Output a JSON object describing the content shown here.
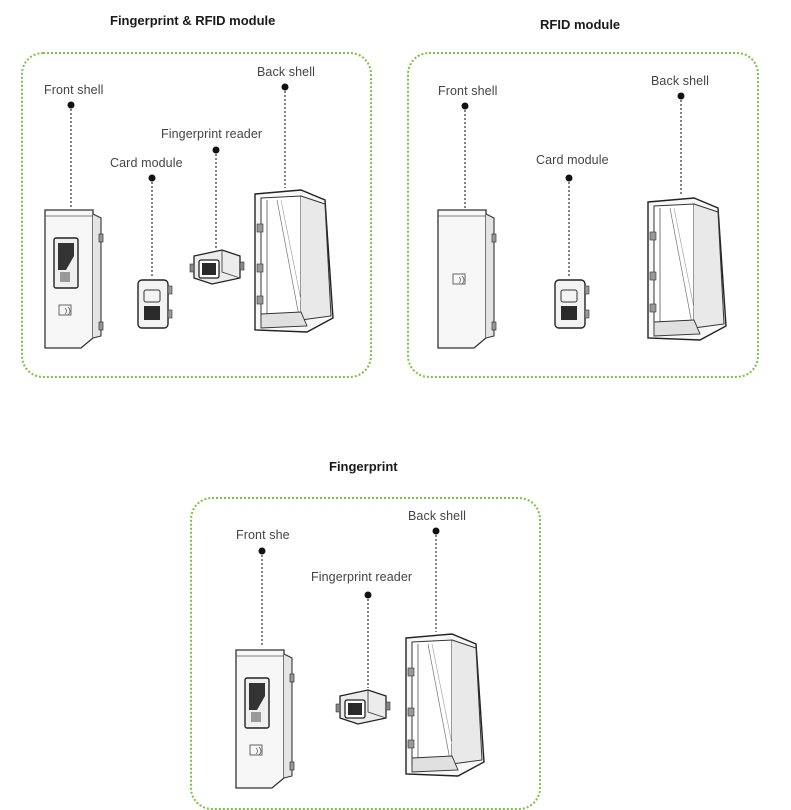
{
  "panels": {
    "fp_rfid": {
      "title": "Fingerprint & RFID module",
      "labels": {
        "front_shell": "Front shell",
        "card_module": "Card module",
        "fingerprint_reader": "Fingerprint reader",
        "back_shell": "Back shell"
      }
    },
    "rfid": {
      "title": "RFID module",
      "labels": {
        "front_shell": "Front shell",
        "card_module": "Card module",
        "back_shell": "Back shell"
      }
    },
    "fingerprint": {
      "title": "Fingerprint",
      "labels": {
        "front_shell": "Front she",
        "fingerprint_reader": "Fingerprint reader",
        "back_shell": "Back shell"
      }
    }
  },
  "colors": {
    "border": "#7cc242",
    "line": "#333333"
  }
}
